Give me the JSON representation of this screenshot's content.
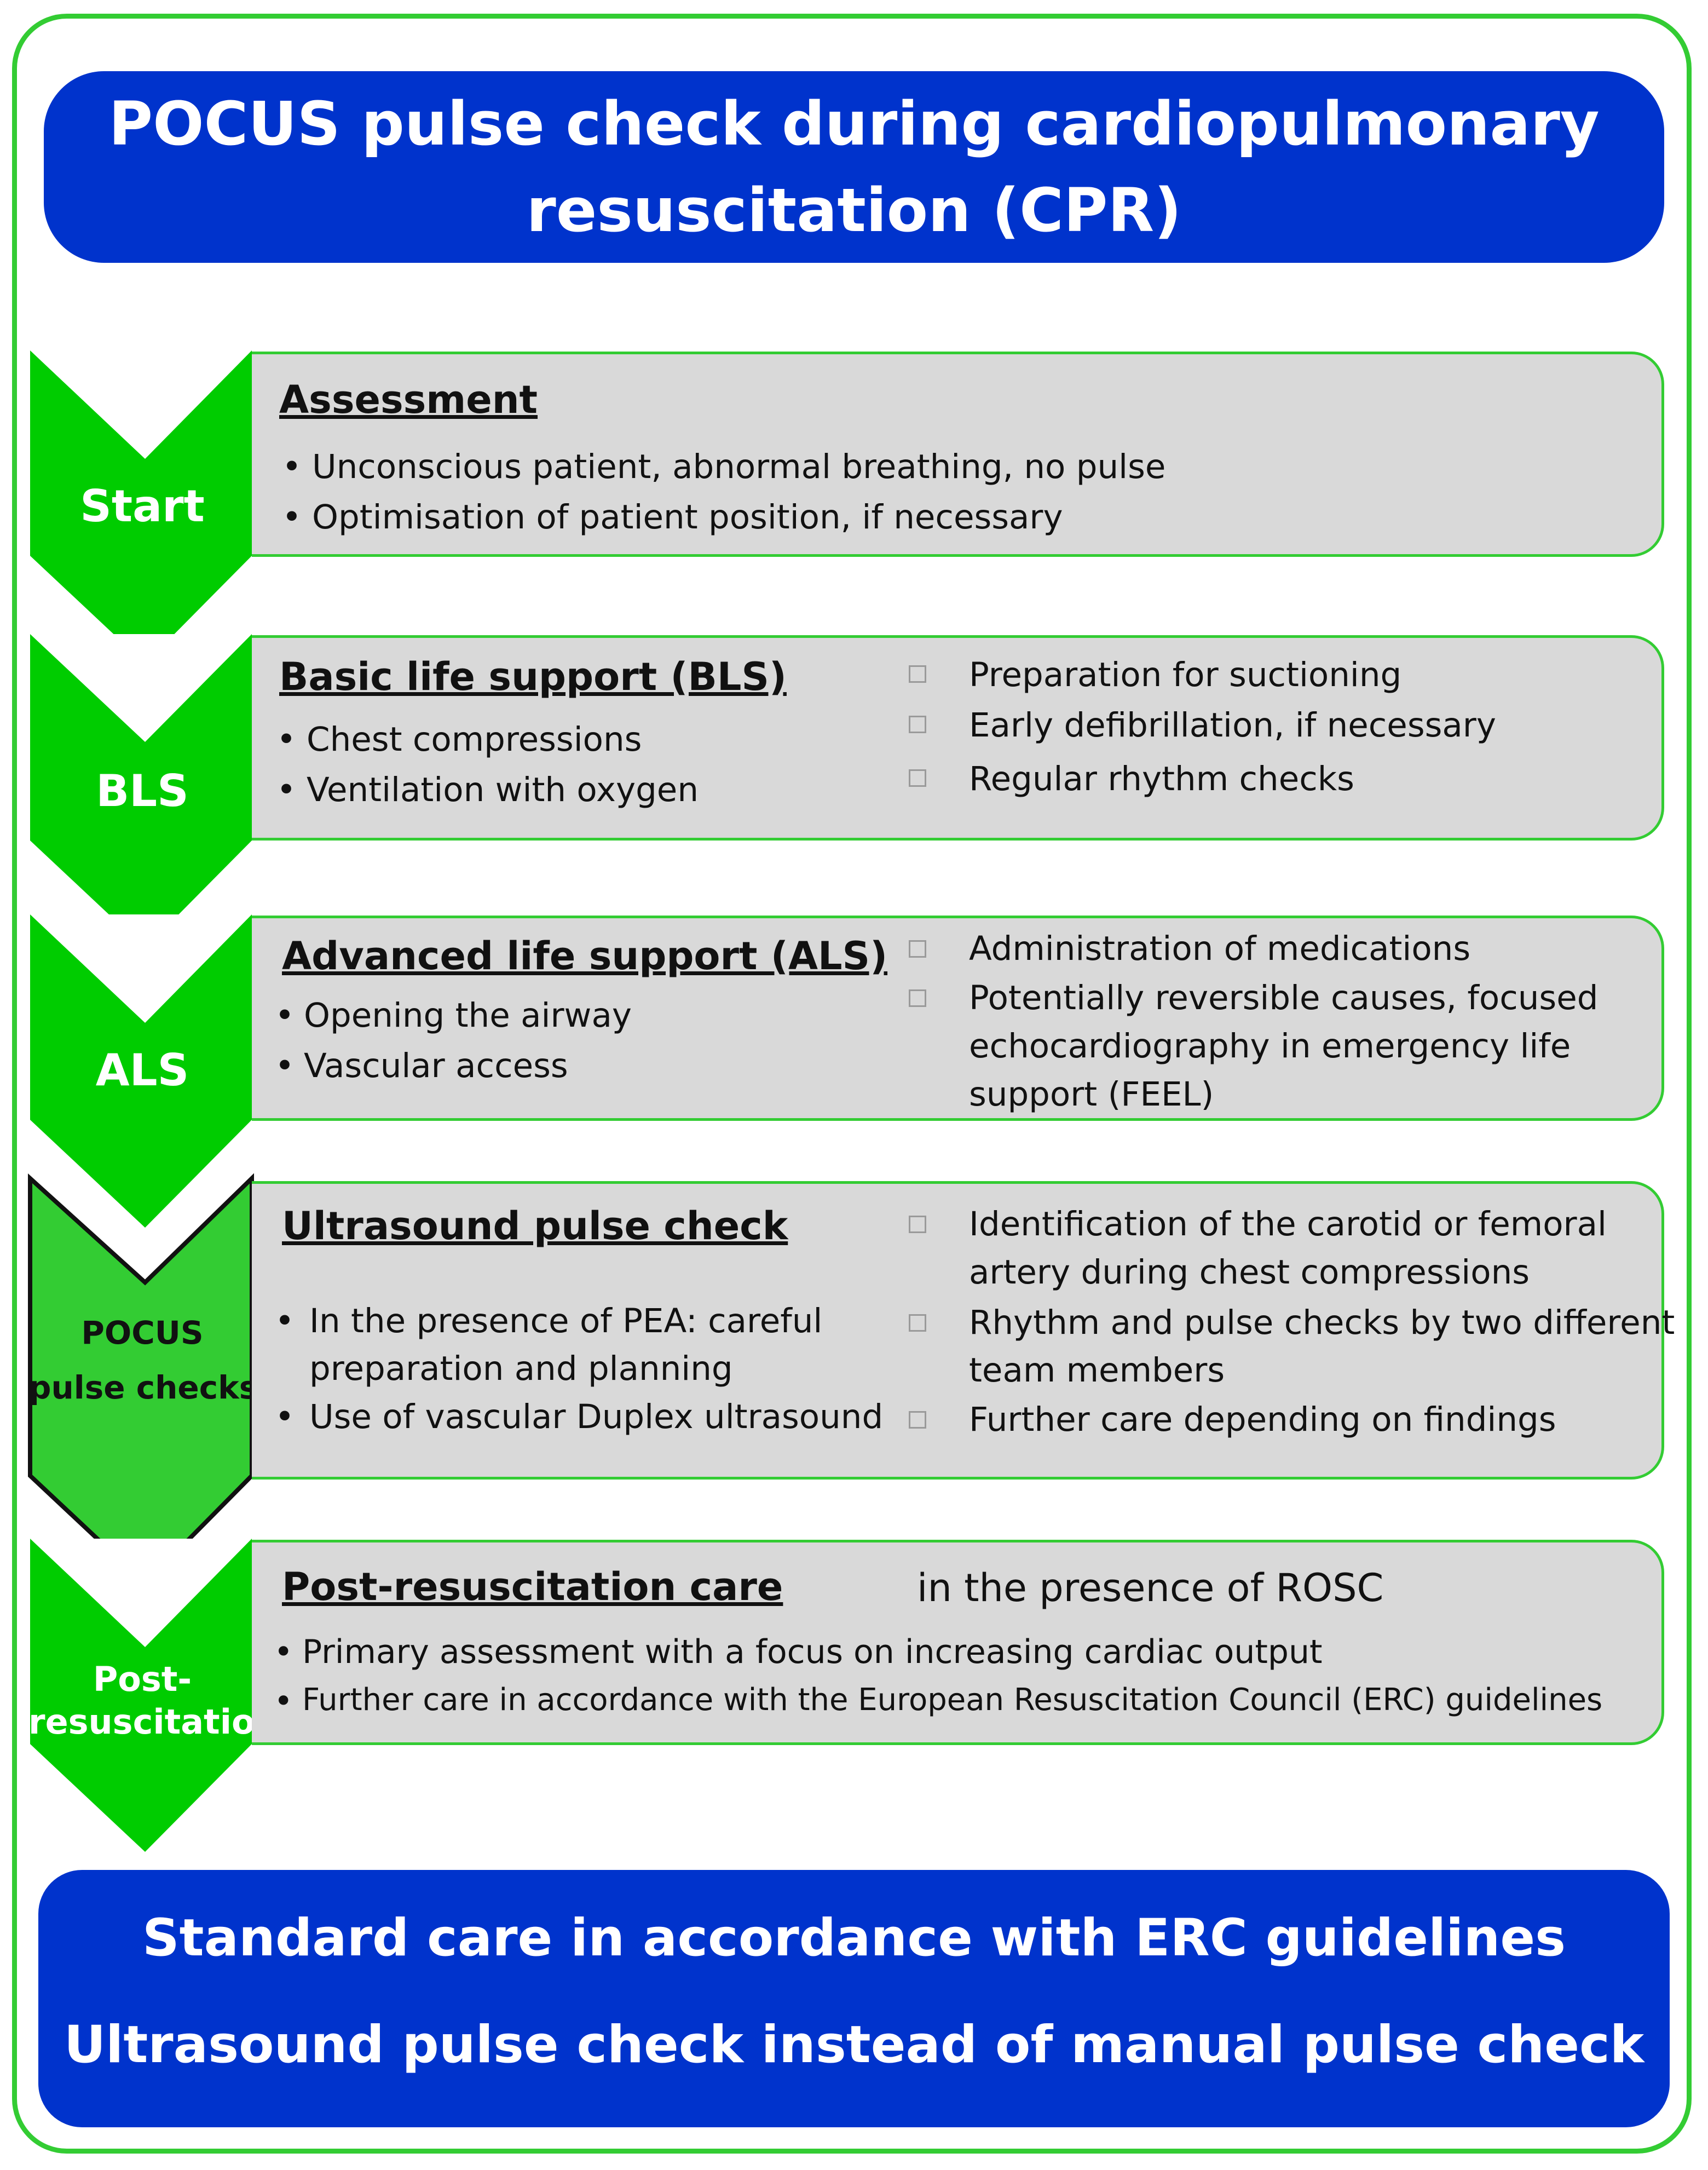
{
  "title": {
    "line1": "POCUS pulse check during cardiopulmonary",
    "line2": "resuscitation (CPR)"
  },
  "stages": [
    {
      "label_lines": [
        "Start"
      ],
      "heading": "Assessment",
      "left_items": [
        "Unconscious patient, abnormal breathing, no pulse",
        "Optimisation of patient position, if necessary"
      ],
      "right_items": []
    },
    {
      "label_lines": [
        "BLS"
      ],
      "heading": "Basic life support (BLS)",
      "left_items": [
        "Chest compressions",
        "Ventilation with oxygen"
      ],
      "right_items": [
        [
          "Preparation for suctioning"
        ],
        [
          "Early defibrillation, if necessary"
        ],
        [
          "Regular rhythm checks"
        ]
      ]
    },
    {
      "label_lines": [
        "ALS"
      ],
      "heading": "Advanced life support (ALS)",
      "left_items": [
        "Opening the airway",
        "Vascular access"
      ],
      "right_items": [
        [
          "Administration of medications"
        ],
        [
          "Potentially reversible causes, focused",
          "echocardiography in emergency life",
          "support (FEEL)"
        ]
      ]
    },
    {
      "label_lines": [
        "POCUS",
        "pulse checks"
      ],
      "heading": "Ultrasound pulse check",
      "left_items": [
        [
          "In the presence of PEA: careful",
          "preparation and planning"
        ],
        [
          "Use of vascular Duplex ultrasound"
        ]
      ],
      "right_items": [
        [
          "Identification of the carotid or femoral",
          "artery during chest compressions"
        ],
        [
          "Rhythm and pulse checks by two different",
          "team members"
        ],
        [
          "Further care depending on findings"
        ]
      ]
    },
    {
      "label_lines": [
        "Post-",
        "resuscitation"
      ],
      "heading": "Post-resuscitation care",
      "heading_note": "in the presence of ROSC",
      "left_items": [
        "Primary assessment with a focus on increasing cardiac output",
        "Further care in accordance with the European Resuscitation Council (ERC) guidelines"
      ],
      "right_items": []
    }
  ],
  "footer": {
    "line1": "Standard care in accordance with ERC guidelines",
    "line2": "Ultrasound pulse check instead of manual pulse check"
  },
  "colors": {
    "frame": "#33cc33",
    "chevron": "#00cc00",
    "chevron_highlight": "#33cc33",
    "panel": "#d9d9d9",
    "banner": "#0033cc",
    "banner_text": "#ffffff"
  },
  "bullet_glyph": "•"
}
